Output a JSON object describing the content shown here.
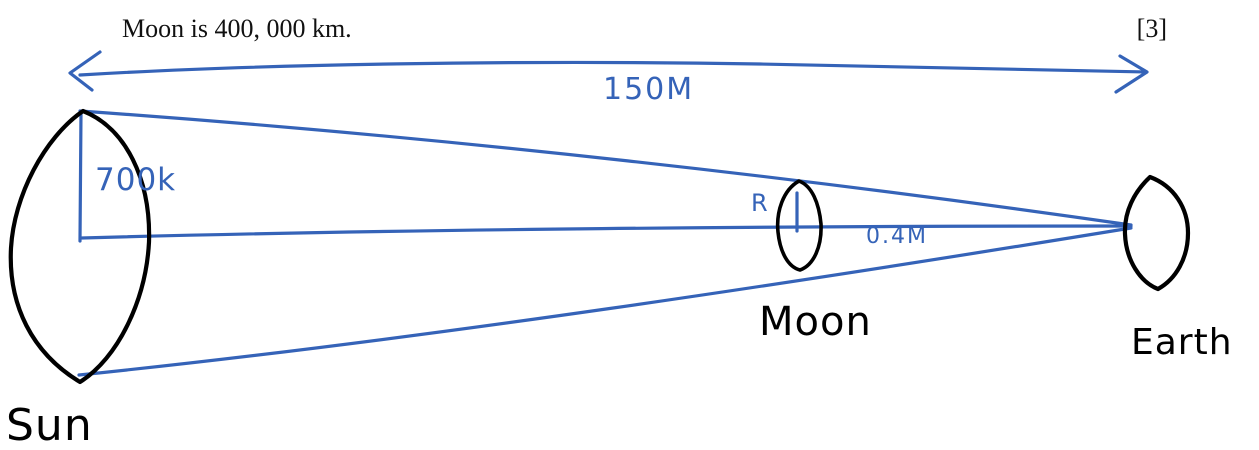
{
  "question": {
    "text": "Moon is 400, 000 km.",
    "marks": "[3]"
  },
  "annotations": {
    "distance_sun_earth": "150M",
    "sun_radius": "700k",
    "moon_radius": "R",
    "distance_moon_earth": "0.4M"
  },
  "labels": {
    "sun": "Sun",
    "moon": "Moon",
    "earth": "Earth"
  },
  "colors": {
    "ink_blue": "#3563b8",
    "ink_black": "#000000"
  }
}
